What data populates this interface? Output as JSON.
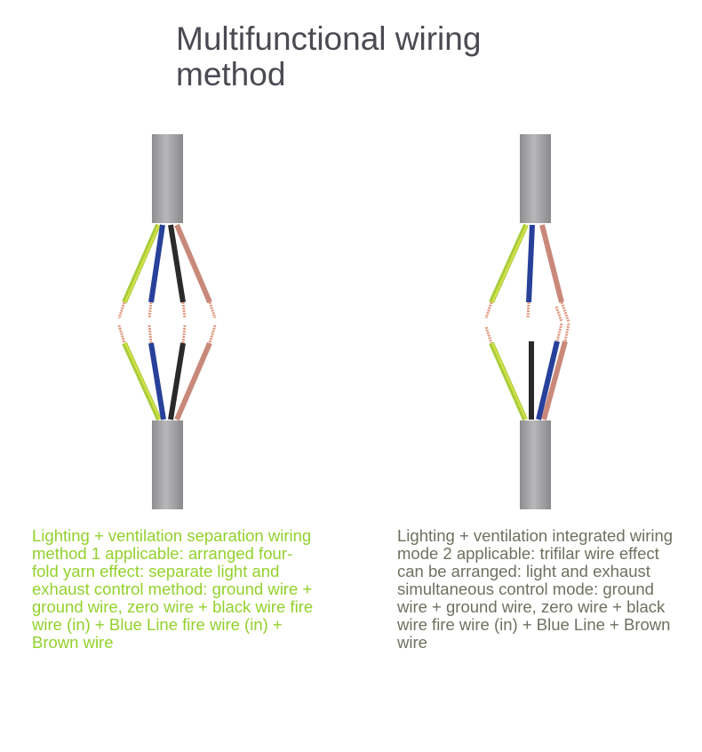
{
  "title": "Multifunctional wiring method",
  "colors": {
    "title": "#4a4a52",
    "caption_left": "#93d12c",
    "caption_right": "#6f7060",
    "cable_gray": "#a2a2a4",
    "copper": "#e09a80",
    "wire_yellow_green": "#a8cc3a",
    "wire_blue": "#27409a",
    "wire_black": "#2a2a2a",
    "wire_brown": "#c9897a"
  },
  "diagrams": [
    {
      "caption": "Lighting + ventilation separation wiring method 1 applicable: arranged four-fold yarn effect: separate light and exhaust control method: ground wire + ground wire, zero wire + black wire fire wire (in) + Blue Line fire wire (in) + Brown wire"
    },
    {
      "caption": "Lighting + ventilation integrated wiring mode 2 applicable: trifilar wire effect can be arranged: light and exhaust simultaneous control mode: ground wire + ground wire, zero wire + black wire fire wire (in) + Blue Line + Brown wire"
    }
  ]
}
